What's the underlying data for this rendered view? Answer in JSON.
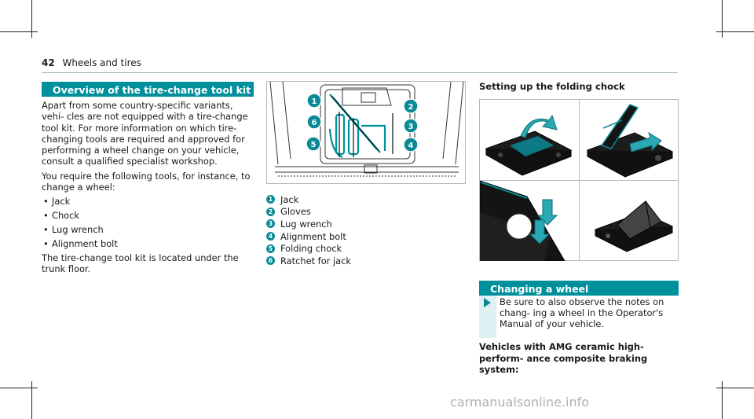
{
  "page": {
    "number": "42",
    "section": "Wheels and tires"
  },
  "overview": {
    "heading": "Overview of the tire-change tool kit",
    "paragraph1": "Apart from some country-specific variants, vehi- cles are not equipped with a tire-change tool kit. For more information on which tire-changing tools are required and approved for performing a wheel change on your vehicle, consult a qualified specialist workshop.",
    "paragraph2": "You require the following tools, for instance, to change a wheel:",
    "bullets": [
      "Jack",
      "Chock",
      "Lug wrench",
      "Alignment bolt"
    ],
    "paragraph3": "The tire-change tool kit is located under the trunk floor."
  },
  "toolkit_figure": {
    "callouts": [
      "1",
      "2",
      "3",
      "4",
      "5",
      "6"
    ],
    "legend": [
      {
        "num": "1",
        "label": "Jack"
      },
      {
        "num": "2",
        "label": "Gloves"
      },
      {
        "num": "3",
        "label": "Lug wrench"
      },
      {
        "num": "4",
        "label": "Alignment bolt"
      },
      {
        "num": "5",
        "label": "Folding chock"
      },
      {
        "num": "6",
        "label": "Ratchet for jack"
      }
    ]
  },
  "chock": {
    "heading": "Setting up the folding chock"
  },
  "changing": {
    "heading": "Changing a wheel",
    "note": "Be sure to also observe the notes on chang- ing a wheel in the Operator's Manual of your vehicle.",
    "subheading": "Vehicles with AMG ceramic high-perform- ance composite braking system:"
  },
  "watermark": "carmanualsonline.info",
  "colors": {
    "accent": "#00909b",
    "note_bg": "#dff0f3",
    "badge": "#0a8a96"
  }
}
